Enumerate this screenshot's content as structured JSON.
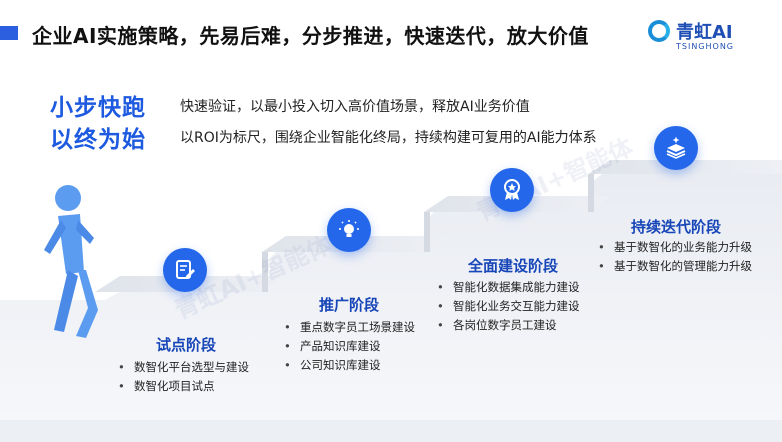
{
  "header": {
    "title": "企业AI实施策略，先易后难，分步推进，快速迭代，放大价值"
  },
  "logo": {
    "brand": "青虹AI",
    "sub": "TSINGHONG"
  },
  "slogan": {
    "line1": "小步快跑",
    "line2": "以终为始"
  },
  "descriptions": {
    "line1": "快速验证，以最小投入切入高价值场景，释放AI业务价值",
    "line2": "以ROI为标尺，围绕企业智能化终局，持续构建可复用的AI能力体系"
  },
  "watermark": {
    "text": "青虹AI+智能体"
  },
  "stages": [
    {
      "title": "试点阶段",
      "icon": "edit-document-icon",
      "items": [
        "数智化平台选型与建设",
        "数智化项目试点"
      ]
    },
    {
      "title": "推广阶段",
      "icon": "lightbulb-icon",
      "items": [
        "重点数字员工场景建设",
        "产品知识库建设",
        "公司知识库建设"
      ]
    },
    {
      "title": "全面建设阶段",
      "icon": "award-badge-icon",
      "items": [
        "智能化数据集成能力建设",
        "智能化业务交互能力建设",
        "各岗位数字员工建设"
      ]
    },
    {
      "title": "持续迭代阶段",
      "icon": "layers-stack-icon",
      "items": [
        "基于数智化的业务能力升级",
        "基于数智化的管理能力升级"
      ]
    }
  ],
  "colors": {
    "accent": "#2b5fe0",
    "slogan": "#1d5ae0",
    "stage_title": "#1746b8",
    "icon_bg": "#2467ea",
    "figure": "#5b9cf0"
  }
}
